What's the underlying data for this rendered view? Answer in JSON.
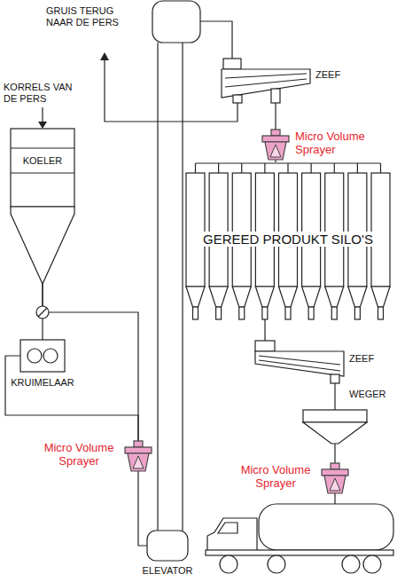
{
  "diagram": {
    "nodes": [
      {
        "text": [
          "KOELER"
        ]
      },
      {
        "text": [
          "KRUIMELAAR"
        ]
      },
      {
        "text": [
          "Micro Volume Sprayer"
        ]
      },
      {
        "text": [
          "ELEVATOR"
        ]
      },
      {
        "text": [
          "ZEEF"
        ]
      },
      {
        "text": [
          "Micro Volume Sprayer"
        ]
      },
      {
        "text": [
          "GEREED PRODUKT SILO'S"
        ]
      },
      {
        "text": [
          "ZEEF"
        ]
      },
      {
        "text": [
          "WEGER"
        ]
      },
      {
        "text": [
          "Micro Volume Sprayer"
        ]
      }
    ],
    "edges": [
      {
        "from": 0,
        "to": 1,
        "arrow": "none"
      },
      {
        "from": 0,
        "to": 2,
        "arrow": "none"
      },
      {
        "from": 1,
        "to": 2,
        "arrow": "none"
      },
      {
        "from": 2,
        "to": 3,
        "arrow": "none"
      },
      {
        "from": 3,
        "to": 4,
        "arrow": "none"
      },
      {
        "from": 4,
        "to": 5,
        "arrow": "none"
      },
      {
        "from": 5,
        "to": 6,
        "arrow": "none"
      },
      {
        "from": 6,
        "to": 7,
        "arrow": "none"
      },
      {
        "from": 7,
        "to": 8,
        "arrow": "none"
      },
      {
        "from": 8,
        "to": 9,
        "arrow": "none"
      }
    ],
    "labels": [
      "GRUIS TERUG NAAR DE PERS",
      "KORRELS VAN DE PERS"
    ]
  }
}
